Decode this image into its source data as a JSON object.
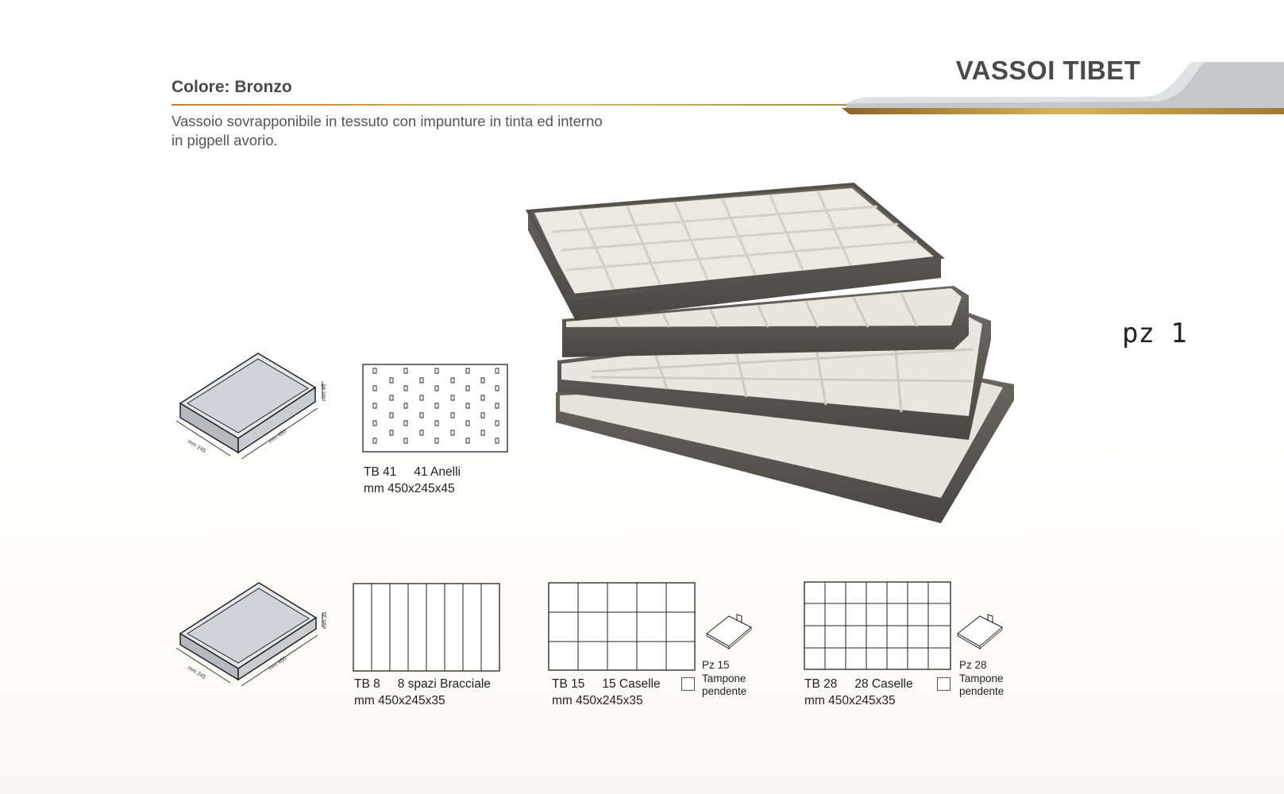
{
  "header": {
    "title": "VASSOI TIBET",
    "color_label": "Colore: Bronzo",
    "description_line1": "Vassoio sovrapponibile in tessuto con impunture in tinta ed interno",
    "description_line2": "in pigpell avorio."
  },
  "quantity": "pz 1",
  "trays": {
    "tb41": {
      "code": "TB 41",
      "label": "41 Anelli",
      "size": "mm 450x245x45",
      "dims": {
        "d": "mm 245",
        "w": "mm 450",
        "h": "mm 45"
      }
    },
    "tb8": {
      "code": "TB 8",
      "label": "8 spazi  Bracciale",
      "size": "mm 450x245x35",
      "dims": {
        "d": "mm 245",
        "w": "mm 450",
        "h": "mm 35"
      }
    },
    "tb15": {
      "code": "TB 15",
      "label": "15 Caselle",
      "size": "mm 450x245x35",
      "note": {
        "line1": "Pz 15",
        "line2": "Tampone",
        "line3": "pendente"
      }
    },
    "tb28": {
      "code": "TB 28",
      "label": "28 Caselle",
      "size": "mm 450x245x35",
      "note": {
        "line1": "Pz 28",
        "line2": "Tampone",
        "line3": "pendente"
      }
    }
  },
  "colors": {
    "bronze": "#5d5a53",
    "ivory": "#ece9e0",
    "gold": "#b8862e",
    "title_bar": "#c4c6ca"
  }
}
